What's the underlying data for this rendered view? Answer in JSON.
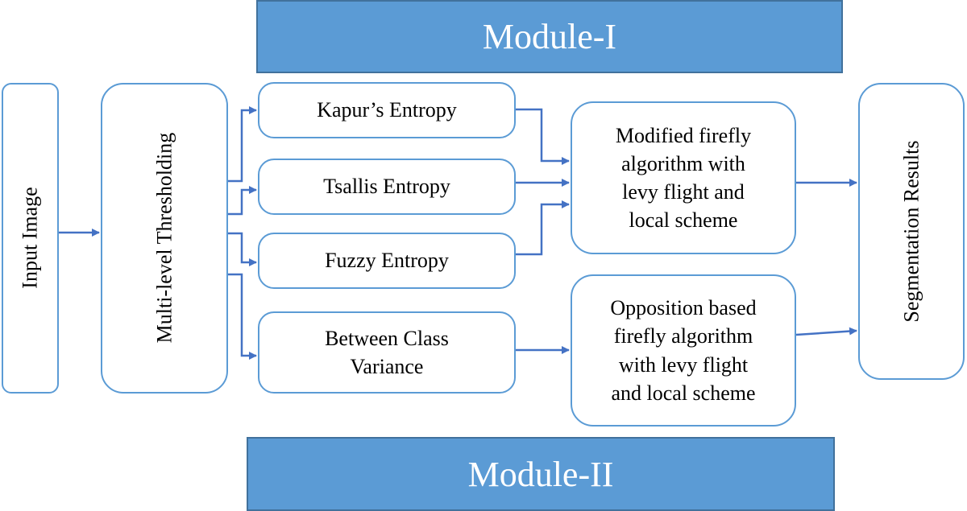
{
  "colors": {
    "accent": "#5b9bd5",
    "accent_dark": "#41719c",
    "arrow": "#4472c4"
  },
  "module_1": {
    "label": "Module-I"
  },
  "module_2": {
    "label": "Module-II"
  },
  "input_image": {
    "label": "Input Image"
  },
  "thresholding": {
    "label": "Multi-level Thresholding"
  },
  "kapur": {
    "label": "Kapur’s Entropy"
  },
  "tsallis": {
    "label": "Tsallis Entropy"
  },
  "fuzzy": {
    "label": "Fuzzy Entropy"
  },
  "between_class": {
    "label": "Between Class\nVariance"
  },
  "modified_firefly": {
    "label": "Modified firefly\nalgorithm with\nlevy flight and\nlocal scheme"
  },
  "opposition_firefly": {
    "label": "Opposition based\nfirefly algorithm\nwith levy flight\nand local scheme"
  },
  "segmentation": {
    "label": "Segmentation Results"
  }
}
